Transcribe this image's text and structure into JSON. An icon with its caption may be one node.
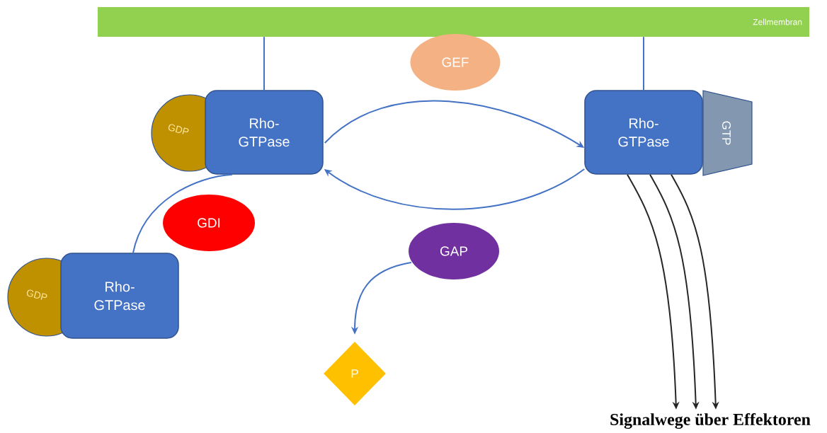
{
  "diagram": {
    "nodes": [
      {
        "text": [
          "Zellmembran"
        ]
      },
      {
        "text": [
          "GEF"
        ]
      },
      {
        "text": [
          "GDP"
        ]
      },
      {
        "text": [
          "Rho- GTPase"
        ]
      },
      {
        "text": [
          "Rho- GTPase"
        ]
      },
      {
        "text": [
          "GTP"
        ]
      },
      {
        "text": [
          "GDI"
        ]
      },
      {
        "text": [
          "GAP"
        ]
      },
      {
        "text": [
          "GDP"
        ]
      },
      {
        "text": [
          "Rho- GTPase"
        ]
      },
      {
        "text": [
          "P"
        ]
      },
      {
        "text": [
          "Signalwege über Effektoren"
        ]
      }
    ],
    "edges": [
      {
        "from": 0,
        "to": 3,
        "arrow": "none"
      },
      {
        "from": 0,
        "to": 4,
        "arrow": "none"
      },
      {
        "from": 3,
        "to": 4,
        "arrow": "to"
      },
      {
        "from": 4,
        "to": 3,
        "arrow": "to"
      },
      {
        "from": 9,
        "to": 3,
        "arrow": "none"
      },
      {
        "from": 7,
        "to": 10,
        "arrow": "to"
      },
      {
        "from": 4,
        "to": 11,
        "arrow": "to",
        "color": "#262626"
      },
      {
        "from": 4,
        "to": 11,
        "arrow": "to",
        "color": "#262626"
      },
      {
        "from": 4,
        "to": 11,
        "arrow": "to",
        "color": "#262626"
      }
    ]
  }
}
